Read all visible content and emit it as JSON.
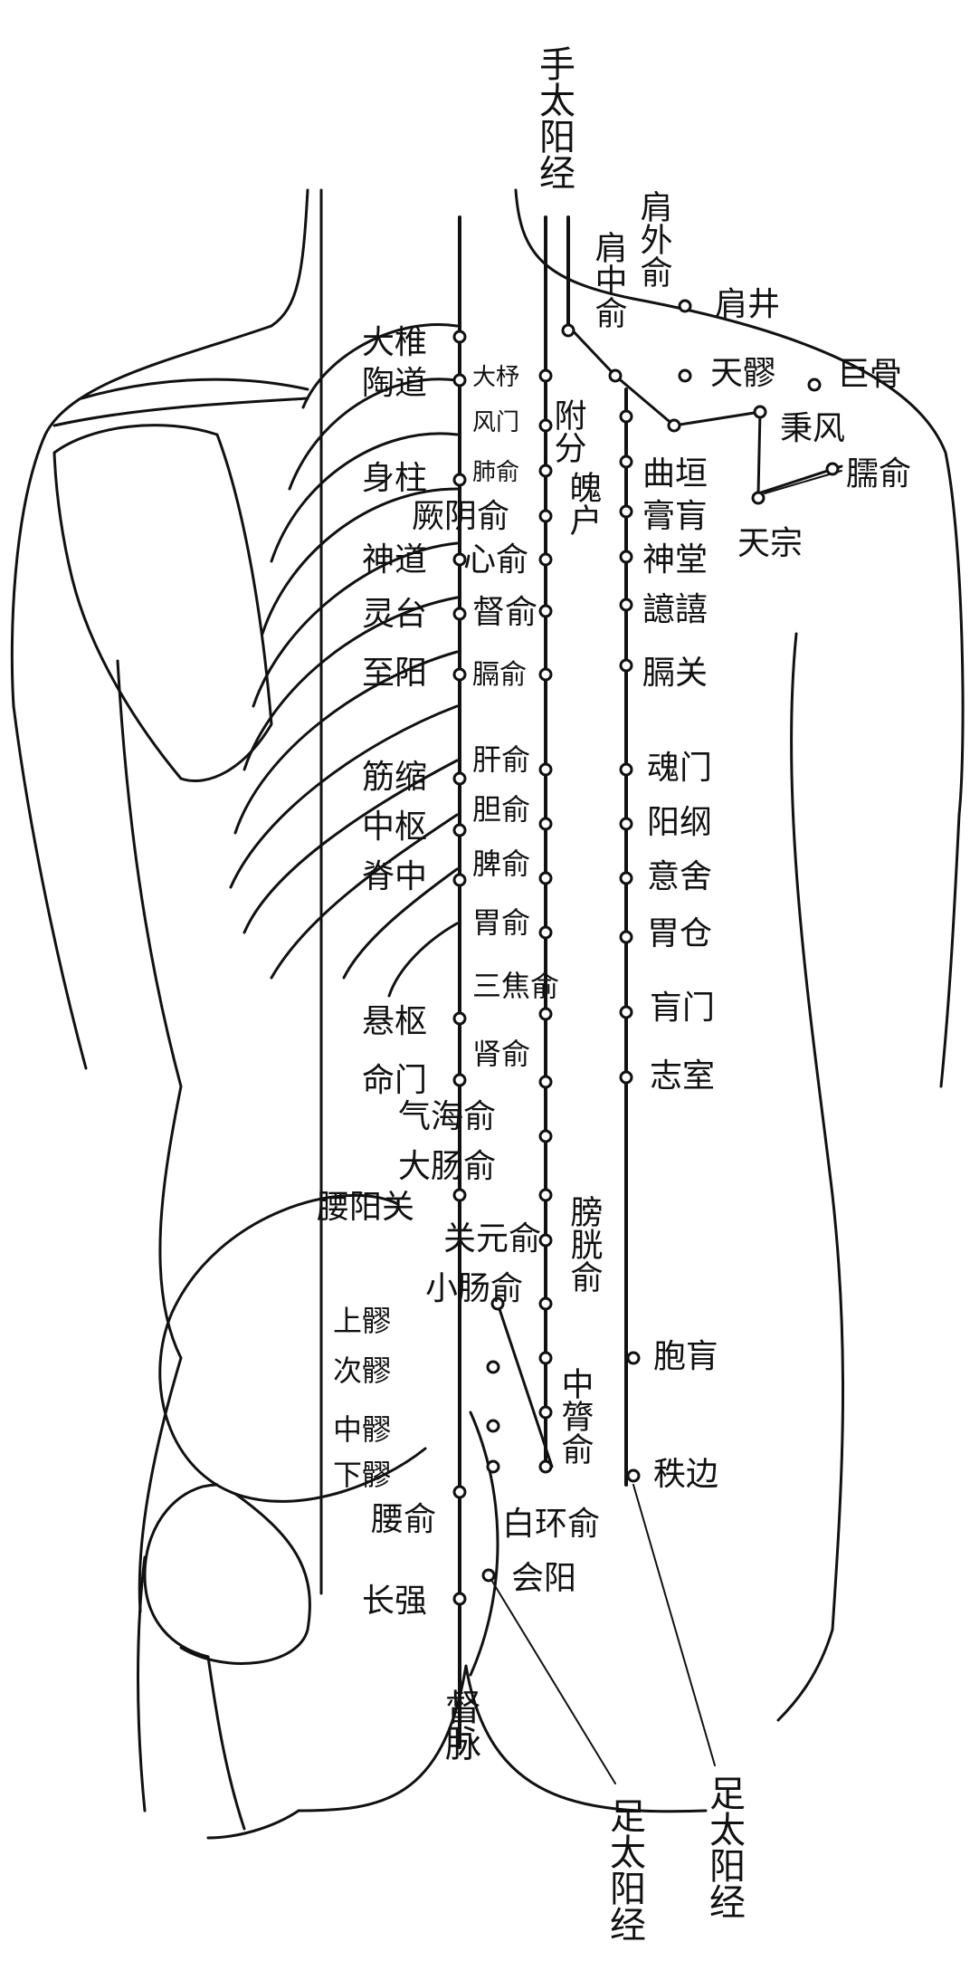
{
  "colors": {
    "ink": "#111111",
    "background": "#ffffff"
  },
  "meridians": {
    "shou_taiyang": "手太阳经",
    "du_mai": "督脉",
    "zu_taiyang_inner": "足太阳经",
    "zu_taiyang_outer": "足太阳经"
  },
  "points": {
    "jianwaishu": "肩外俞",
    "jianzhongshu": "肩中俞",
    "jianjing": "肩井",
    "tianliao": "天髎",
    "jugu": "巨骨",
    "bingfeng": "秉风",
    "naoshu": "臑俞",
    "tianzong": "天宗",
    "quyuan": "曲垣",
    "gaohuang": "膏肓",
    "shentang": "神堂",
    "yixi": "譩譆",
    "geguan": "膈关",
    "hunmen": "魂门",
    "yanggang": "阳纲",
    "yishe": "意舍",
    "weicang": "胃仓",
    "huangmen": "肓门",
    "zhishi": "志室",
    "baohuang": "胞肓",
    "zhibian": "秩边",
    "fufen": "附分",
    "pohu": "魄户",
    "dazhui": "大椎",
    "taodao": "陶道",
    "shenzhu": "身柱",
    "shendao": "神道",
    "lingtai": "灵台",
    "zhiyang": "至阳",
    "jinsuo": "筋缩",
    "zhongshu": "中枢",
    "jizhong": "脊中",
    "xuanshu": "悬枢",
    "mingmen": "命门",
    "yaoyangguan": "腰阳关",
    "yaoshu": "腰俞",
    "changqiang": "长强",
    "dazhu": "大杼",
    "fengmen": "风门",
    "feishu": "肺俞",
    "jueyinshu": "厥阴俞",
    "xinshu": "心俞",
    "dushu": "督俞",
    "geshu": "膈俞",
    "ganshu": "肝俞",
    "danshu": "胆俞",
    "pishu": "脾俞",
    "weishu": "胃俞",
    "sanjiaoshu": "三焦俞",
    "shenshu": "肾俞",
    "qihaishu": "气海俞",
    "dachangshu": "大肠俞",
    "guanyuanshu": "关元俞",
    "xiaochangshu": "小肠俞",
    "pangguangshu": "膀胱俞",
    "zhonglushu": "中膂俞",
    "baihuanshu": "白环俞",
    "shangliao": "上髎",
    "ciliao": "次髎",
    "zhongliao": "中髎",
    "xialiao": "下髎",
    "huiyang": "会阳"
  }
}
